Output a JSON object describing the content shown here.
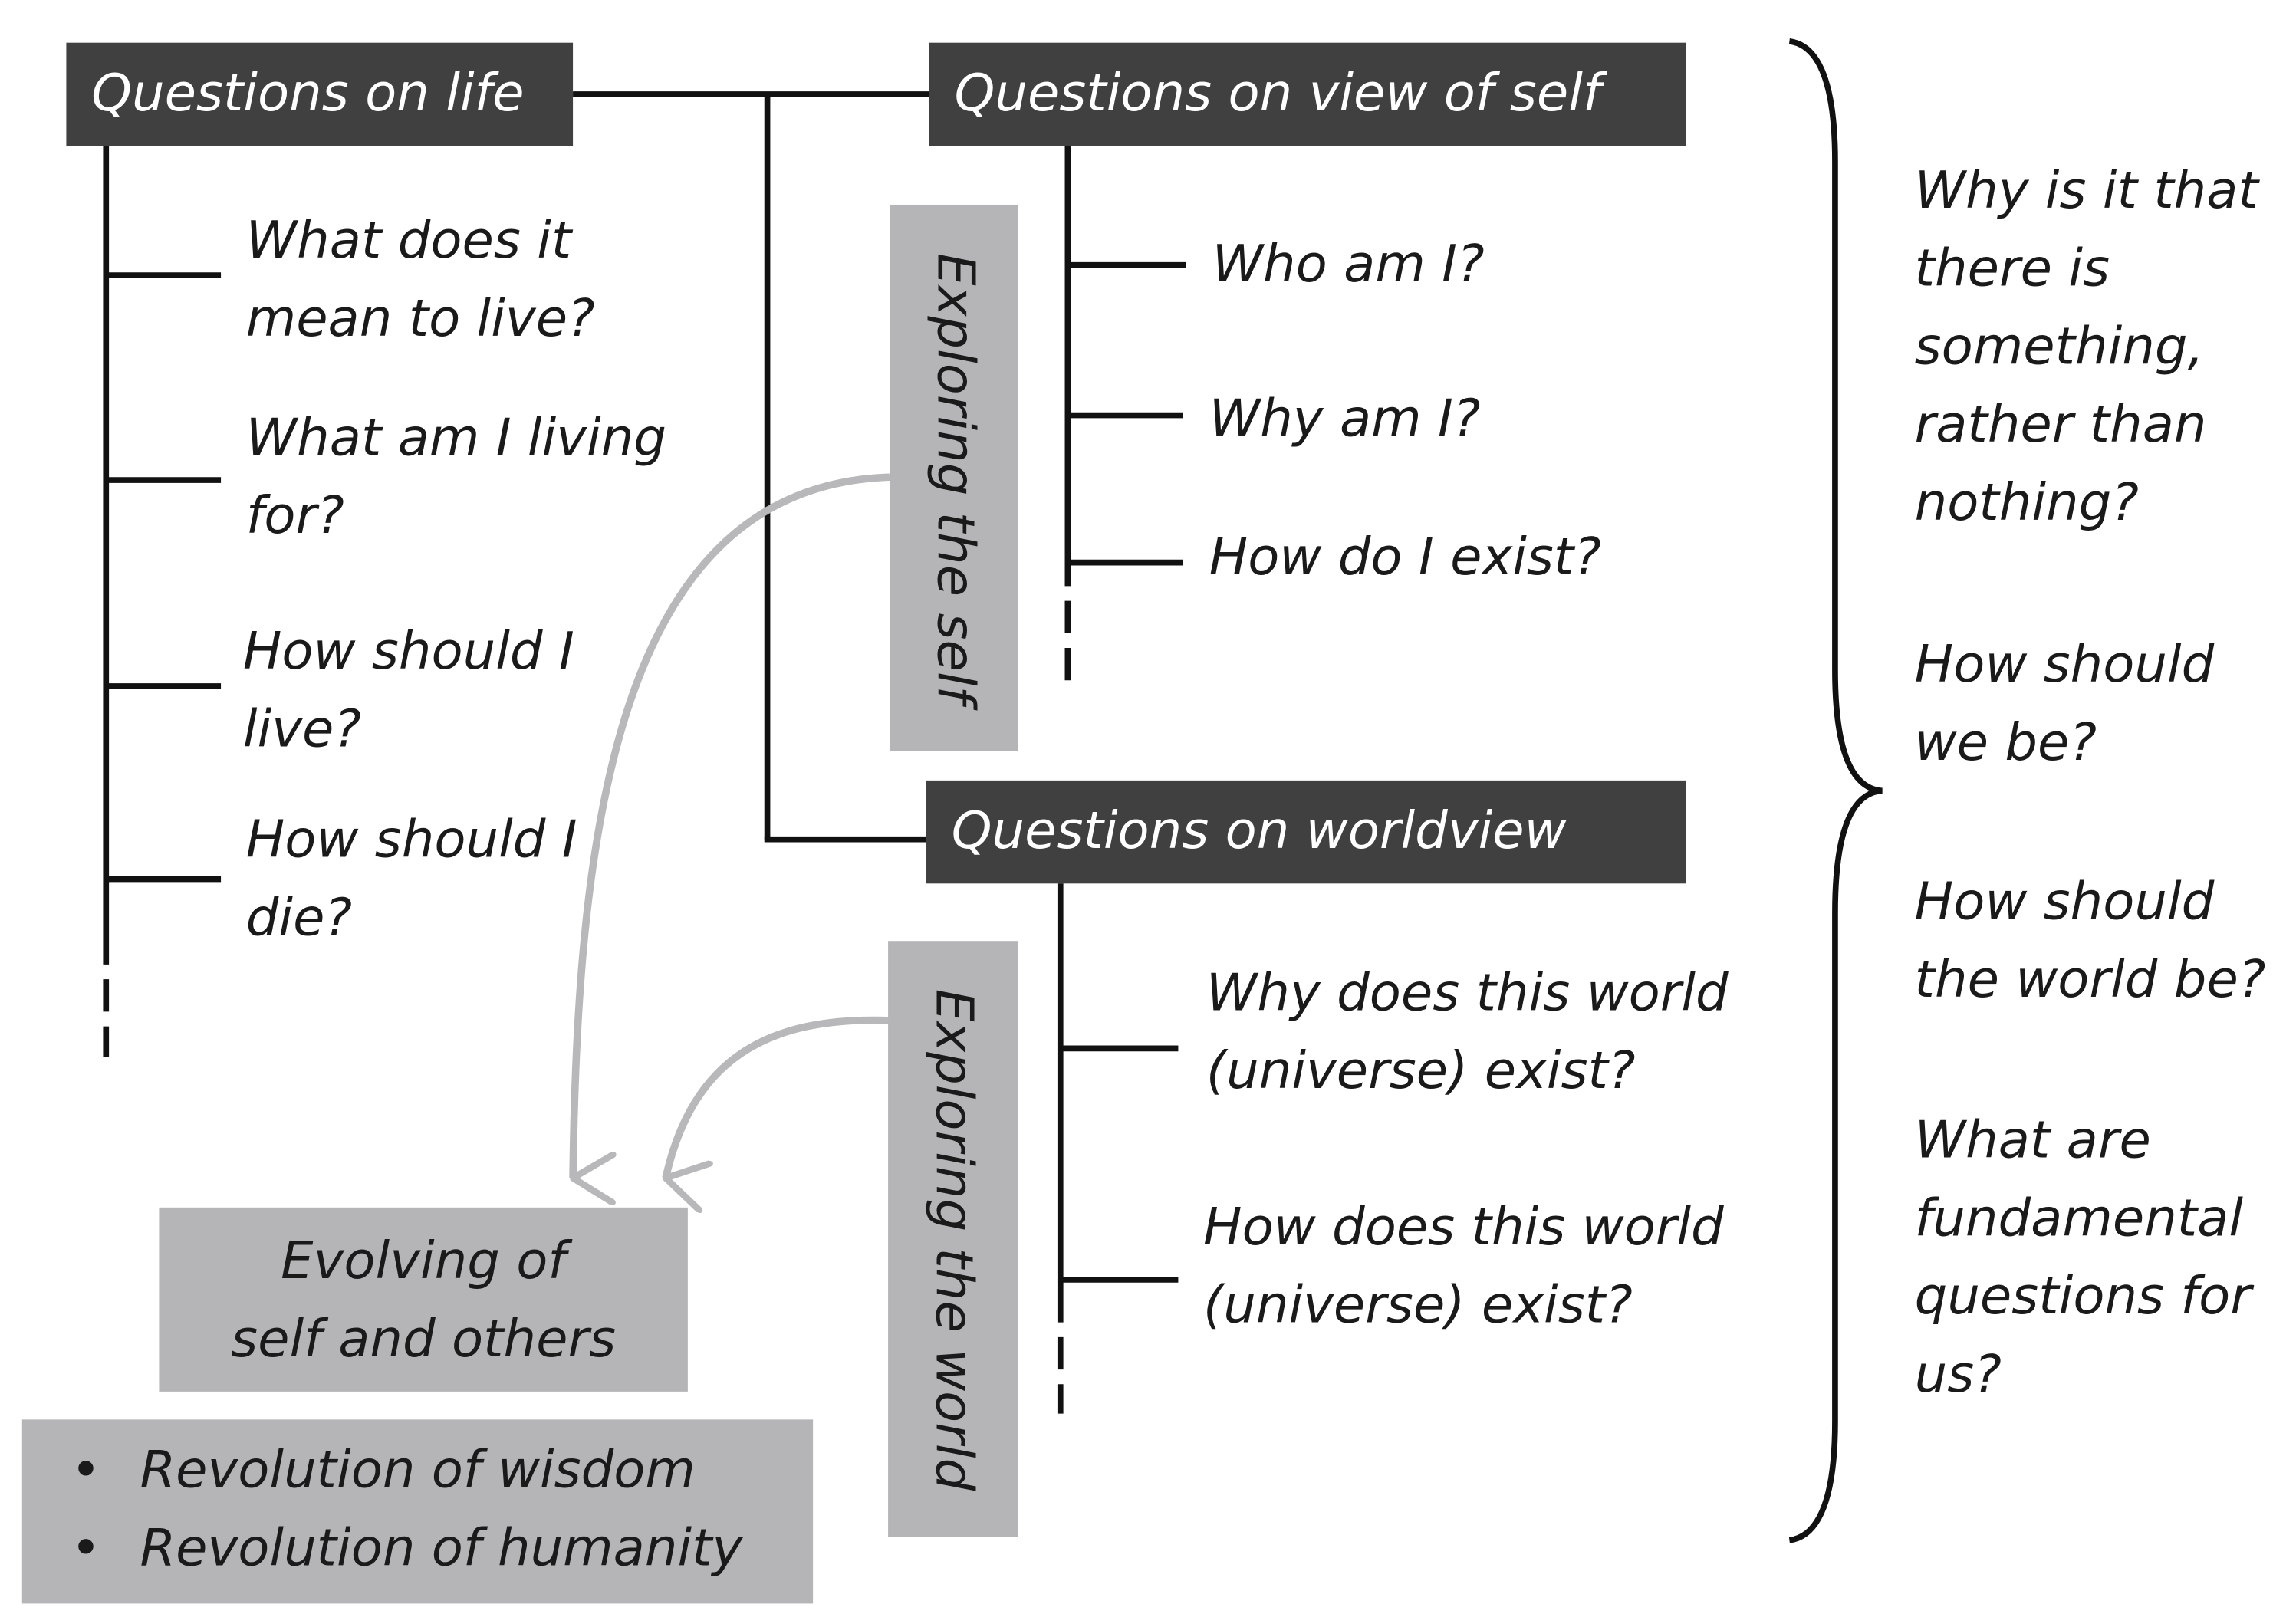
{
  "life": {
    "header": "Questions on life",
    "items": [
      [
        "What does it",
        "mean to live?"
      ],
      [
        "What am I living",
        "for?"
      ],
      [
        "How should I",
        "live?"
      ],
      [
        "How should I",
        "die?"
      ]
    ]
  },
  "self": {
    "header": "Questions on view of self",
    "items": [
      "Who am I?",
      "Why am I?",
      "How do I exist?"
    ],
    "band": "Exploring the self"
  },
  "world": {
    "header": "Questions on worldview",
    "items": [
      [
        "Why does this world",
        "(universe) exist?"
      ],
      [
        "How does this world",
        "(universe) exist?"
      ]
    ],
    "band": "Exploring the world"
  },
  "evolving": {
    "lines": [
      "Evolving of",
      "self and others"
    ],
    "bullets": [
      "Revolution of wisdom",
      "Revolution of humanity"
    ]
  },
  "fundamental": {
    "groups": [
      [
        "Why is it that",
        "there is",
        "something,",
        "rather than",
        "nothing?"
      ],
      [
        "How should",
        "we be?"
      ],
      [
        "How should",
        "the world be?"
      ],
      [
        "What are",
        "fundamental",
        "questions for",
        "us?"
      ]
    ]
  },
  "colors": {
    "header_bg": "#404040",
    "band_bg": "#b5b5b8",
    "connector": "#111111",
    "arrow": "#b8b8bb"
  }
}
